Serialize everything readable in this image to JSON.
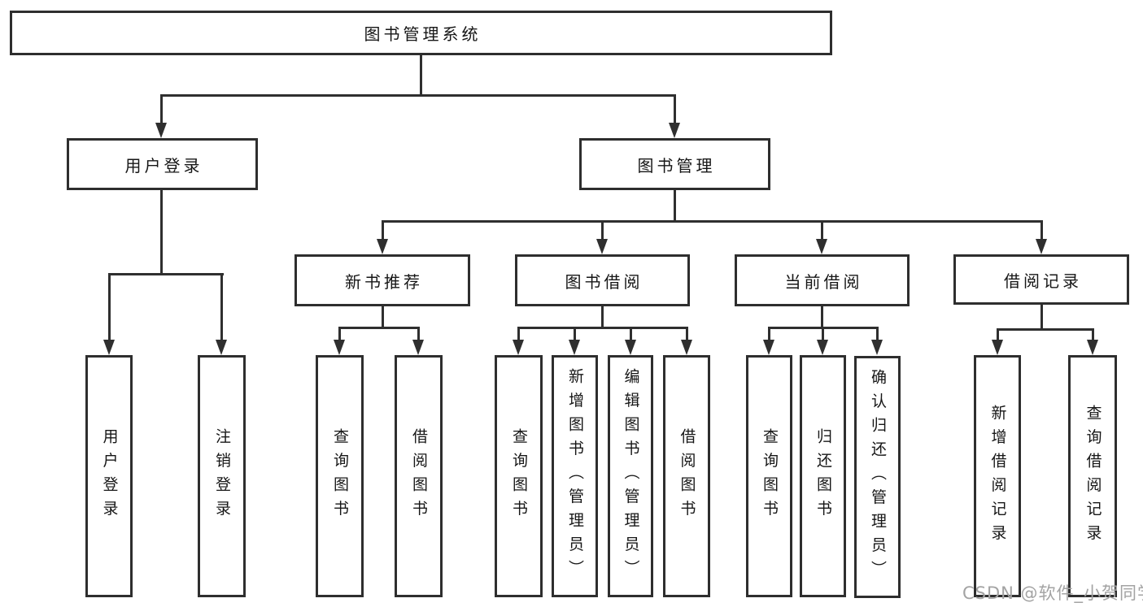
{
  "diagram": {
    "root": {
      "label": "图书管理系统",
      "children": [
        {
          "label": "用户登录",
          "children": [
            {
              "label": "用户登录"
            },
            {
              "label": "注销登录"
            }
          ]
        },
        {
          "label": "图书管理",
          "children": [
            {
              "label": "新书推荐",
              "children": [
                {
                  "label": "查询图书"
                },
                {
                  "label": "借阅图书"
                }
              ]
            },
            {
              "label": "图书借阅",
              "children": [
                {
                  "label": "查询图书"
                },
                {
                  "label": "新增图书（管理员）"
                },
                {
                  "label": "编辑图书（管理员）"
                },
                {
                  "label": "借阅图书"
                }
              ]
            },
            {
              "label": "当前借阅",
              "children": [
                {
                  "label": "查询图书"
                },
                {
                  "label": "归还图书"
                },
                {
                  "label": "确认归还（管理员）"
                }
              ]
            },
            {
              "label": "借阅记录",
              "children": [
                {
                  "label": "新增借阅记录"
                },
                {
                  "label": "查询借阅记录"
                }
              ]
            }
          ]
        }
      ]
    },
    "watermark": "CSDN @软件_小贺同学",
    "colors": {
      "line": "#2f2f2f",
      "text": "#161616",
      "watermark": "#a3a3a3",
      "background": "#ffffff"
    }
  }
}
